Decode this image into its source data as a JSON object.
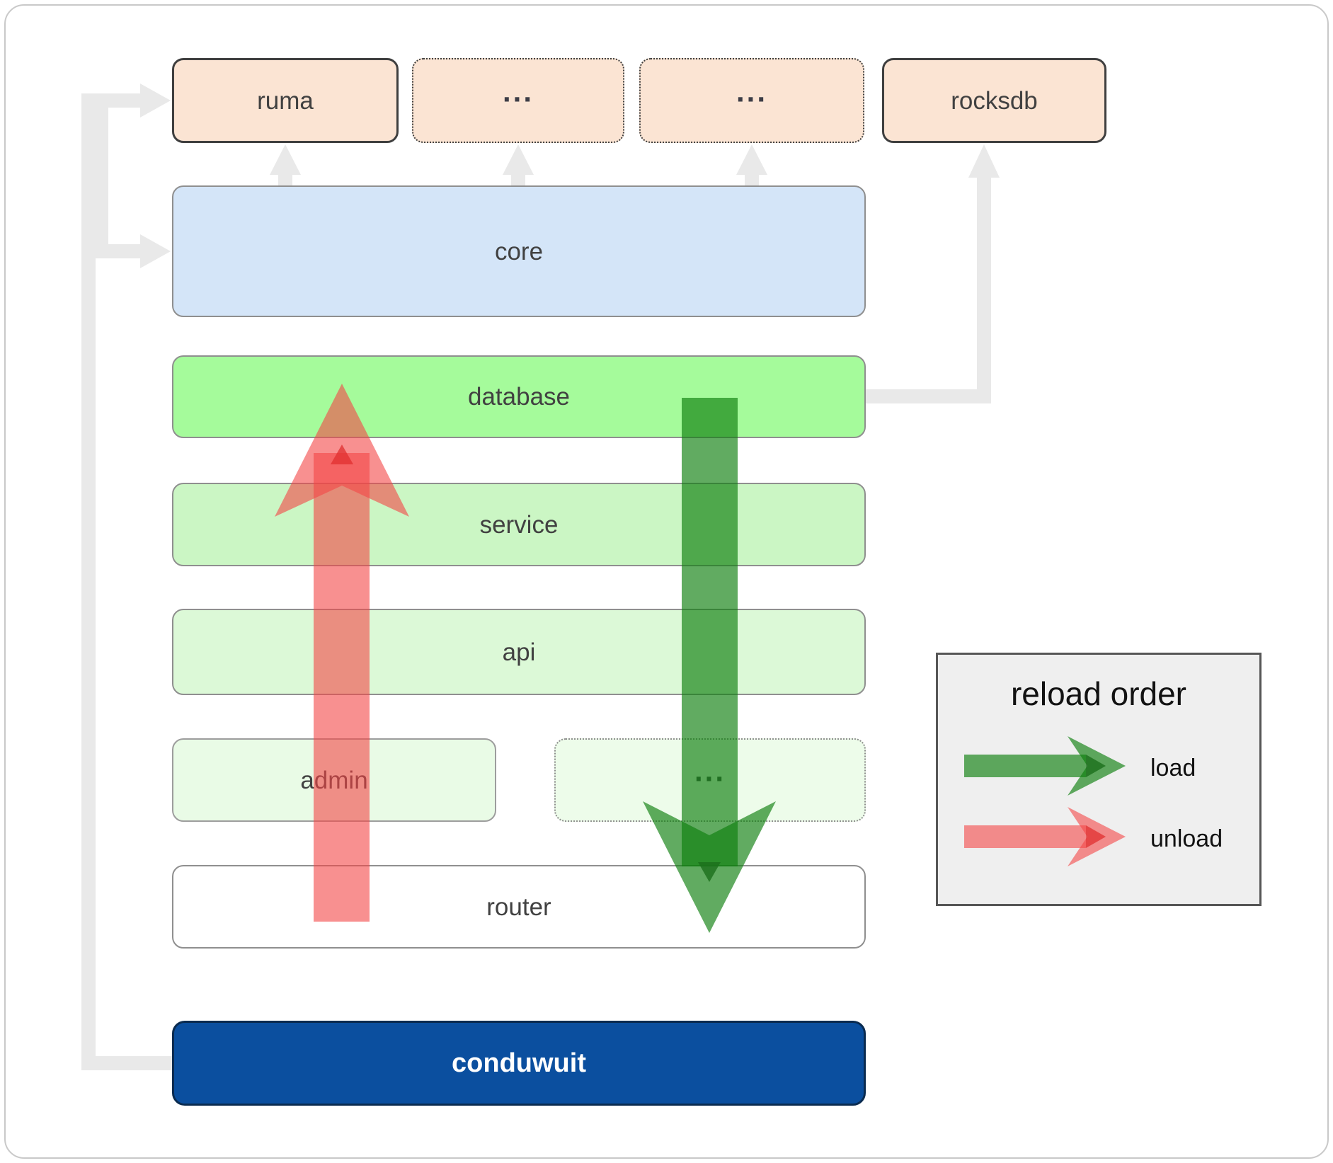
{
  "nodes": {
    "ruma": "ruma",
    "ellipsis1": "...",
    "ellipsis2": "...",
    "rocksdb": "rocksdb",
    "core": "core",
    "database": "database",
    "service": "service",
    "api": "api",
    "admin": "admin",
    "ellipsis3": "...",
    "router": "router",
    "conduwuit": "conduwuit"
  },
  "legend": {
    "title": "reload order",
    "load_label": "load",
    "unload_label": "unload"
  },
  "colors": {
    "box_peach": "#fbe4d3",
    "box_blue": "#d4e5f8",
    "box_green_bright": "#a5fb9b",
    "box_green_light": "#cbf6c4",
    "box_green_lighter": "#dcf9d7",
    "box_green_faint": "#e9fbe6",
    "box_navy": "#0b4f9f",
    "connector_gray": "#e9e9e9",
    "arrow_green": "#0d7e0d",
    "arrow_red": "#f34646",
    "legend_bg": "#efefef",
    "text_dark": "#414141"
  }
}
